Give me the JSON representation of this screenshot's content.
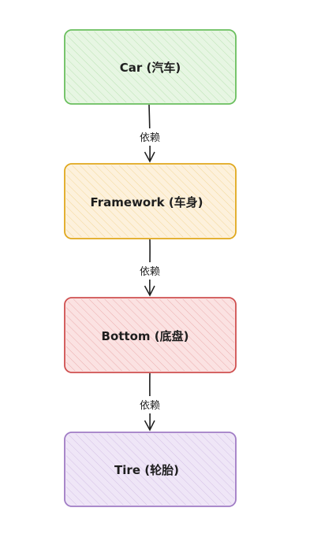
{
  "nodes": [
    {
      "id": "car",
      "label": "Car (汽车)",
      "stroke": "#6abf5e",
      "fill": "#e7f6e3"
    },
    {
      "id": "framework",
      "label": "Framework (车身)",
      "stroke": "#e0a81d",
      "fill": "#fdf1dc"
    },
    {
      "id": "bottom",
      "label": "Bottom (底盘)",
      "stroke": "#cf5050",
      "fill": "#fbe2e2"
    },
    {
      "id": "tire",
      "label": "Tire (轮胎)",
      "stroke": "#a07cc5",
      "fill": "#efe6f7"
    }
  ],
  "edges": [
    {
      "from": "car",
      "to": "framework",
      "label": "依赖"
    },
    {
      "from": "framework",
      "to": "bottom",
      "label": "依赖"
    },
    {
      "from": "bottom",
      "to": "tire",
      "label": "依赖"
    }
  ]
}
